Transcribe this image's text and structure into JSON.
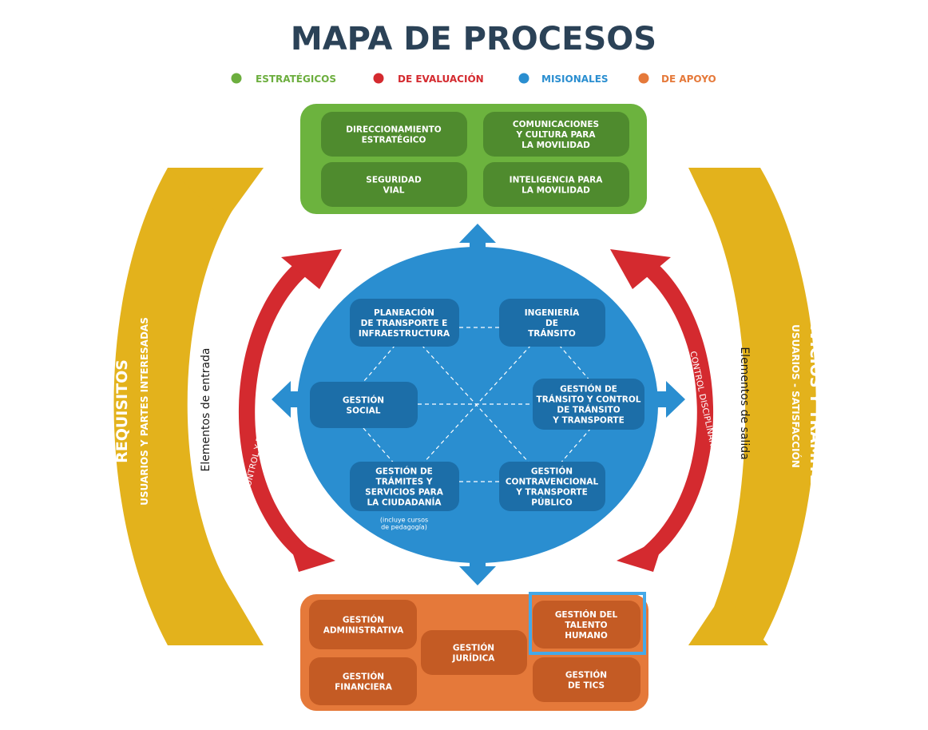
{
  "title": "MAPA DE PROCESOS",
  "legend": [
    {
      "label": "ESTRATÉGICOS",
      "color": "#6cae3e"
    },
    {
      "label": "DE EVALUACIÓN",
      "color": "#d42a2f"
    },
    {
      "label": "MISIONALES",
      "color": "#2a8ed0"
    },
    {
      "label": "DE APOYO",
      "color": "#e5793a"
    }
  ],
  "estrategicos": {
    "color": "#6cb33e",
    "box_color": "#4f8b2e",
    "items": [
      {
        "lines": [
          "DIRECCIONAMIENTO",
          "ESTRATÉGICO"
        ]
      },
      {
        "lines": [
          "COMUNICACIONES",
          "Y CULTURA PARA",
          "LA MOVILIDAD"
        ]
      },
      {
        "lines": [
          "SEGURIDAD",
          "VIAL"
        ]
      },
      {
        "lines": [
          "INTELIGENCIA PARA",
          "LA MOVILIDAD"
        ]
      }
    ]
  },
  "misionales": {
    "color": "#2a8ed0",
    "box_color": "#1c6ea8",
    "items": [
      {
        "lines": [
          "PLANEACIÓN",
          "DE TRANSPORTE E",
          "INFRAESTRUCTURA"
        ]
      },
      {
        "lines": [
          "INGENIERÍA",
          "DE",
          "TRÁNSITO"
        ]
      },
      {
        "lines": [
          "GESTIÓN",
          "SOCIAL"
        ]
      },
      {
        "lines": [
          "GESTIÓN DE",
          "TRÁNSITO Y CONTROL",
          "DE TRÁNSITO",
          "Y TRANSPORTE"
        ]
      },
      {
        "lines": [
          "GESTIÓN DE",
          "TRÁMITES Y",
          "SERVICIOS PARA",
          "LA CIUDADANÍA"
        ]
      },
      {
        "lines": [
          "GESTIÓN",
          "CONTRAVENCIONAL",
          "Y TRANSPORTE",
          "PÚBLICO"
        ]
      }
    ],
    "note": [
      "(incluye cursos",
      "de pedagogía)"
    ]
  },
  "apoyo": {
    "color": "#e5793a",
    "box_color": "#c45b24",
    "highlight_color": "#45a9e8",
    "items": [
      {
        "lines": [
          "GESTIÓN",
          "ADMINISTRATIVA"
        ]
      },
      {
        "lines": [
          "GESTIÓN",
          "JURÍDICA"
        ]
      },
      {
        "lines": [
          "GESTIÓN DEL",
          "TALENTO",
          "HUMANO"
        ]
      },
      {
        "lines": [
          "GESTIÓN",
          "FINANCIERA"
        ]
      },
      {
        "lines": [
          "GESTIÓN",
          "DE TICS"
        ]
      }
    ]
  },
  "evaluacion": {
    "color": "#d42a2f",
    "left_label": "CONTROL Y EVALUACIÓN DE LA GESTIÓN",
    "right_label": "CONTROL DISCIPLINARIO"
  },
  "left_side": {
    "color": "#e3b21c",
    "title": "REQUISITOS",
    "subtitle": "USUARIOS Y PARTES INTERESADAS",
    "elements": "Elementos de entrada"
  },
  "right_side": {
    "color": "#e3b21c",
    "title": "SERVICIOS Y TRÁMITES",
    "subtitle": "USUARIOS - SATISFACCIÓN",
    "elements": "Elementos de salida"
  }
}
